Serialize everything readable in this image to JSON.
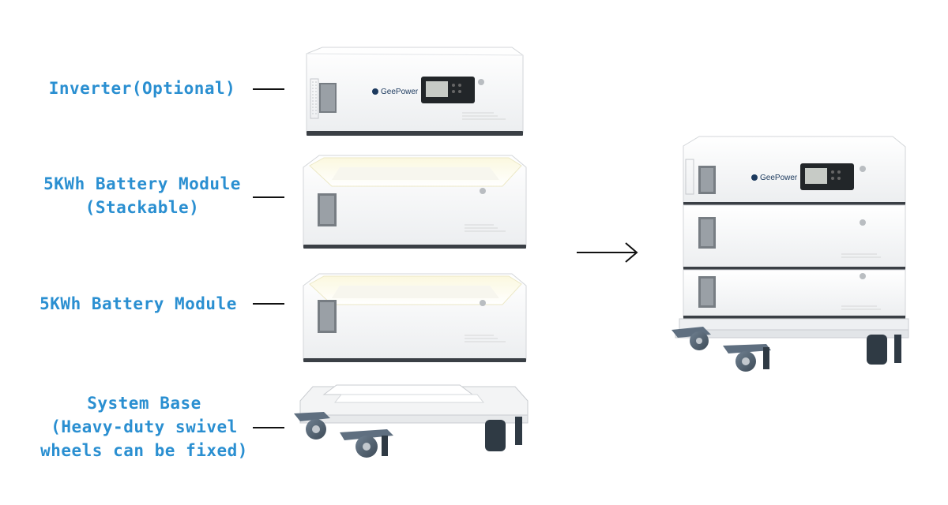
{
  "brand": "GeePower",
  "labels": {
    "inverter": [
      "Inverter(Optional)"
    ],
    "battery_stackable": [
      "5KWh Battery Module",
      "(Stackable)"
    ],
    "battery": [
      "5KWh Battery Module"
    ],
    "base": [
      "System Base",
      "(Heavy-duty swivel",
      "wheels can be fixed)"
    ]
  },
  "arrow_glyph": "→"
}
